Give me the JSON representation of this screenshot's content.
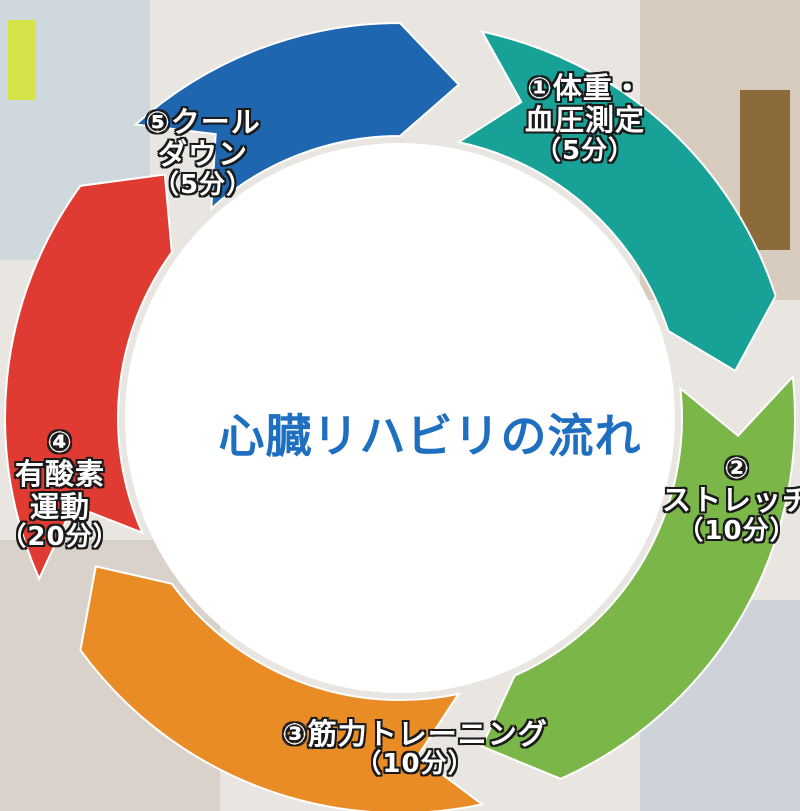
{
  "title": "心臓リハビリの流れ",
  "steps": [
    {
      "number": "①",
      "lines": [
        "体重・",
        "血圧測定"
      ],
      "duration": "（5分）",
      "color": "#17a197"
    },
    {
      "number": "②",
      "lines": [
        "ストレッチ"
      ],
      "duration": "（10分）",
      "color": "#7ab648"
    },
    {
      "number": "③",
      "lines": [
        "筋力トレーニング"
      ],
      "duration": "（10分）",
      "color": "#ea8c26"
    },
    {
      "number": "④",
      "lines": [
        "有酸素",
        "運動"
      ],
      "duration": "（20分）",
      "color": "#e03b32"
    },
    {
      "number": "⑤",
      "lines": [
        "クール",
        "ダウン"
      ],
      "duration": "（5分）",
      "color": "#1f66b0"
    }
  ],
  "colors": {
    "title": "#1f6fc0",
    "label_outline": "#1a1a1a",
    "background_photo": "#d9d4cc"
  }
}
